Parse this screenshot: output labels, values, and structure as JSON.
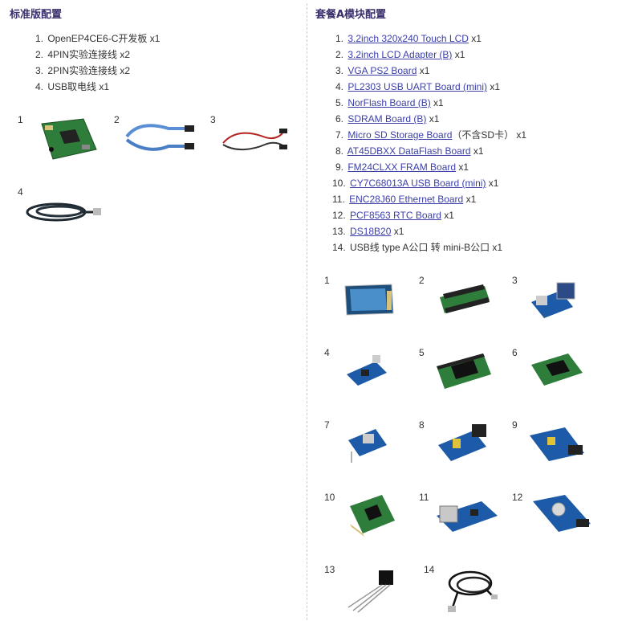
{
  "left": {
    "title": "标准版配置",
    "items": [
      {
        "num": "1.",
        "name": "OpenEP4CE6-C开发板",
        "qty": " x1"
      },
      {
        "num": "2.",
        "name": "4PIN实验连接线",
        "qty": " x2"
      },
      {
        "num": "3.",
        "name": "2PIN实验连接线",
        "qty": " x2"
      },
      {
        "num": "4.",
        "name": "USB取电线",
        "qty": " x1"
      }
    ],
    "images": [
      {
        "label": "1",
        "icon": "fpga-board-icon"
      },
      {
        "label": "2",
        "icon": "4pin-cable-icon"
      },
      {
        "label": "3",
        "icon": "2pin-cable-icon"
      },
      {
        "label": "4",
        "icon": "usb-power-cable-icon"
      }
    ]
  },
  "right": {
    "title": "套餐A模块配置",
    "items": [
      {
        "num": "1.",
        "name": "3.2inch 320x240 Touch LCD",
        "qty": " x1"
      },
      {
        "num": "2.",
        "name": "3.2inch LCD Adapter (B)",
        "qty": " x1"
      },
      {
        "num": "3.",
        "name": "VGA PS2 Board",
        "qty": " x1"
      },
      {
        "num": "4.",
        "name": "PL2303 USB UART Board (mini)",
        "qty": " x1"
      },
      {
        "num": "5.",
        "name": "NorFlash Board (B)",
        "qty": " x1"
      },
      {
        "num": "6.",
        "name": "SDRAM Board (B)",
        "qty": " x1"
      },
      {
        "num": "7.",
        "name": "Micro SD Storage Board",
        "note": "（不含SD卡）",
        "qty": " x1"
      },
      {
        "num": "8.",
        "name": "AT45DBXX DataFlash Board",
        "qty": " x1"
      },
      {
        "num": "9.",
        "name": "FM24CLXX FRAM Board",
        "qty": " x1"
      },
      {
        "num": "10.",
        "name": "CY7C68013A USB Board (mini)",
        "qty": " x1"
      },
      {
        "num": "11.",
        "name": "ENC28J60 Ethernet Board",
        "qty": " x1"
      },
      {
        "num": "12.",
        "name": "PCF8563 RTC Board",
        "qty": " x1"
      },
      {
        "num": "13.",
        "name": "DS18B20",
        "qty": " x1"
      },
      {
        "num": "14.",
        "plain": "USB线 type A公口 转 mini-B公口",
        "qty": " x1"
      }
    ],
    "images": [
      {
        "label": "1",
        "icon": "touch-lcd-icon"
      },
      {
        "label": "2",
        "icon": "lcd-adapter-icon"
      },
      {
        "label": "3",
        "icon": "vga-ps2-board-icon"
      },
      {
        "label": "4",
        "icon": "usb-uart-board-icon"
      },
      {
        "label": "5",
        "icon": "norflash-board-icon"
      },
      {
        "label": "6",
        "icon": "sdram-board-icon"
      },
      {
        "label": "7",
        "icon": "micro-sd-board-icon"
      },
      {
        "label": "8",
        "icon": "dataflash-board-icon"
      },
      {
        "label": "9",
        "icon": "fram-board-icon"
      },
      {
        "label": "10",
        "icon": "usb-board-icon"
      },
      {
        "label": "11",
        "icon": "ethernet-board-icon"
      },
      {
        "label": "12",
        "icon": "rtc-board-icon"
      },
      {
        "label": "13",
        "icon": "ds18b20-sensor-icon"
      },
      {
        "label": "14",
        "icon": "usb-mini-cable-icon"
      }
    ]
  },
  "colors": {
    "link": "#3b3fa8",
    "heading": "#3a2f6b",
    "divider": "#cfcfcf"
  }
}
